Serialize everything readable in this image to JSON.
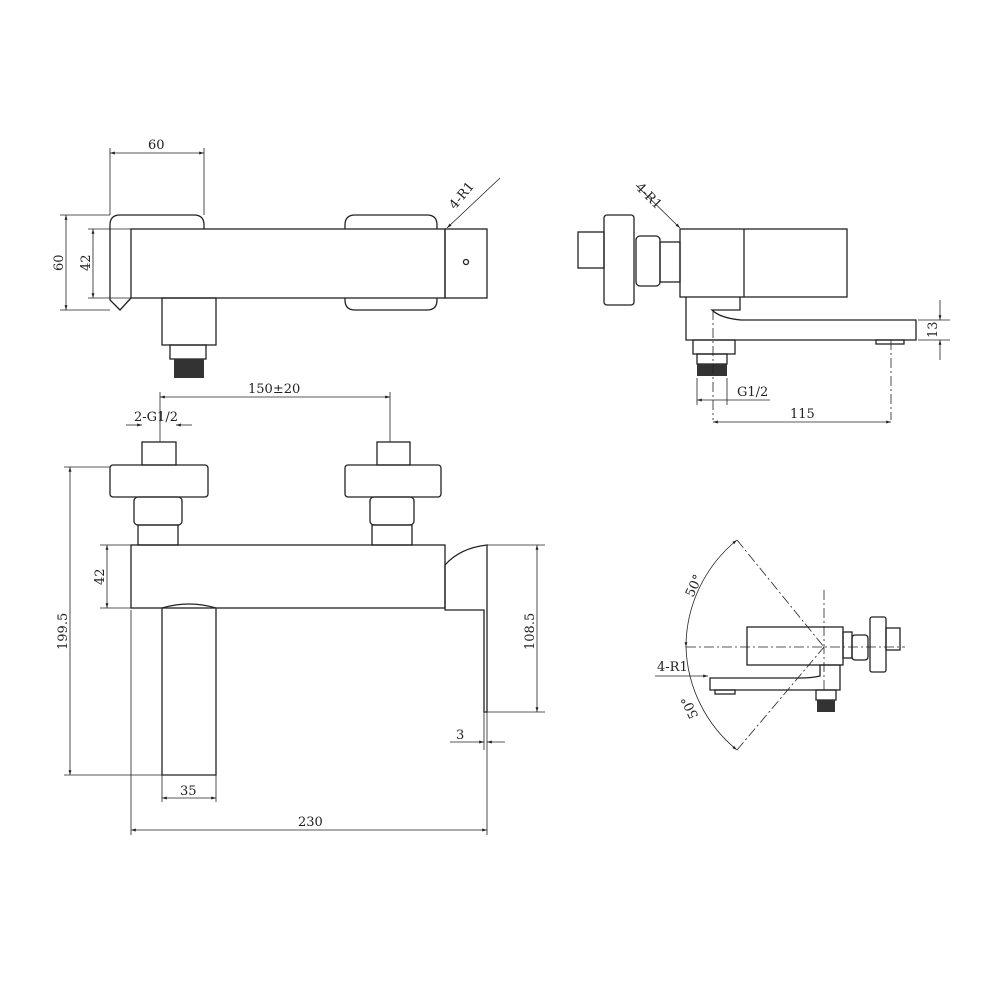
{
  "top_view": {
    "width_handle": "60",
    "height_outer": "60",
    "height_body": "42",
    "radius_note": "4-R1"
  },
  "side_view": {
    "radius_note": "4-R1",
    "spout_height": "13",
    "outlet_thread": "G1/2",
    "spout_reach": "115"
  },
  "front_view": {
    "inlet_spacing": "150±20",
    "inlet_thread": "2-G1/2",
    "total_height": "199.5",
    "body_height": "42",
    "handle_height": "108.5",
    "handle_gap": "3",
    "spout_width": "35",
    "total_width": "230"
  },
  "rotation_view": {
    "angle_up": "50°",
    "angle_down": "50°",
    "radius_note": "4-R1"
  }
}
